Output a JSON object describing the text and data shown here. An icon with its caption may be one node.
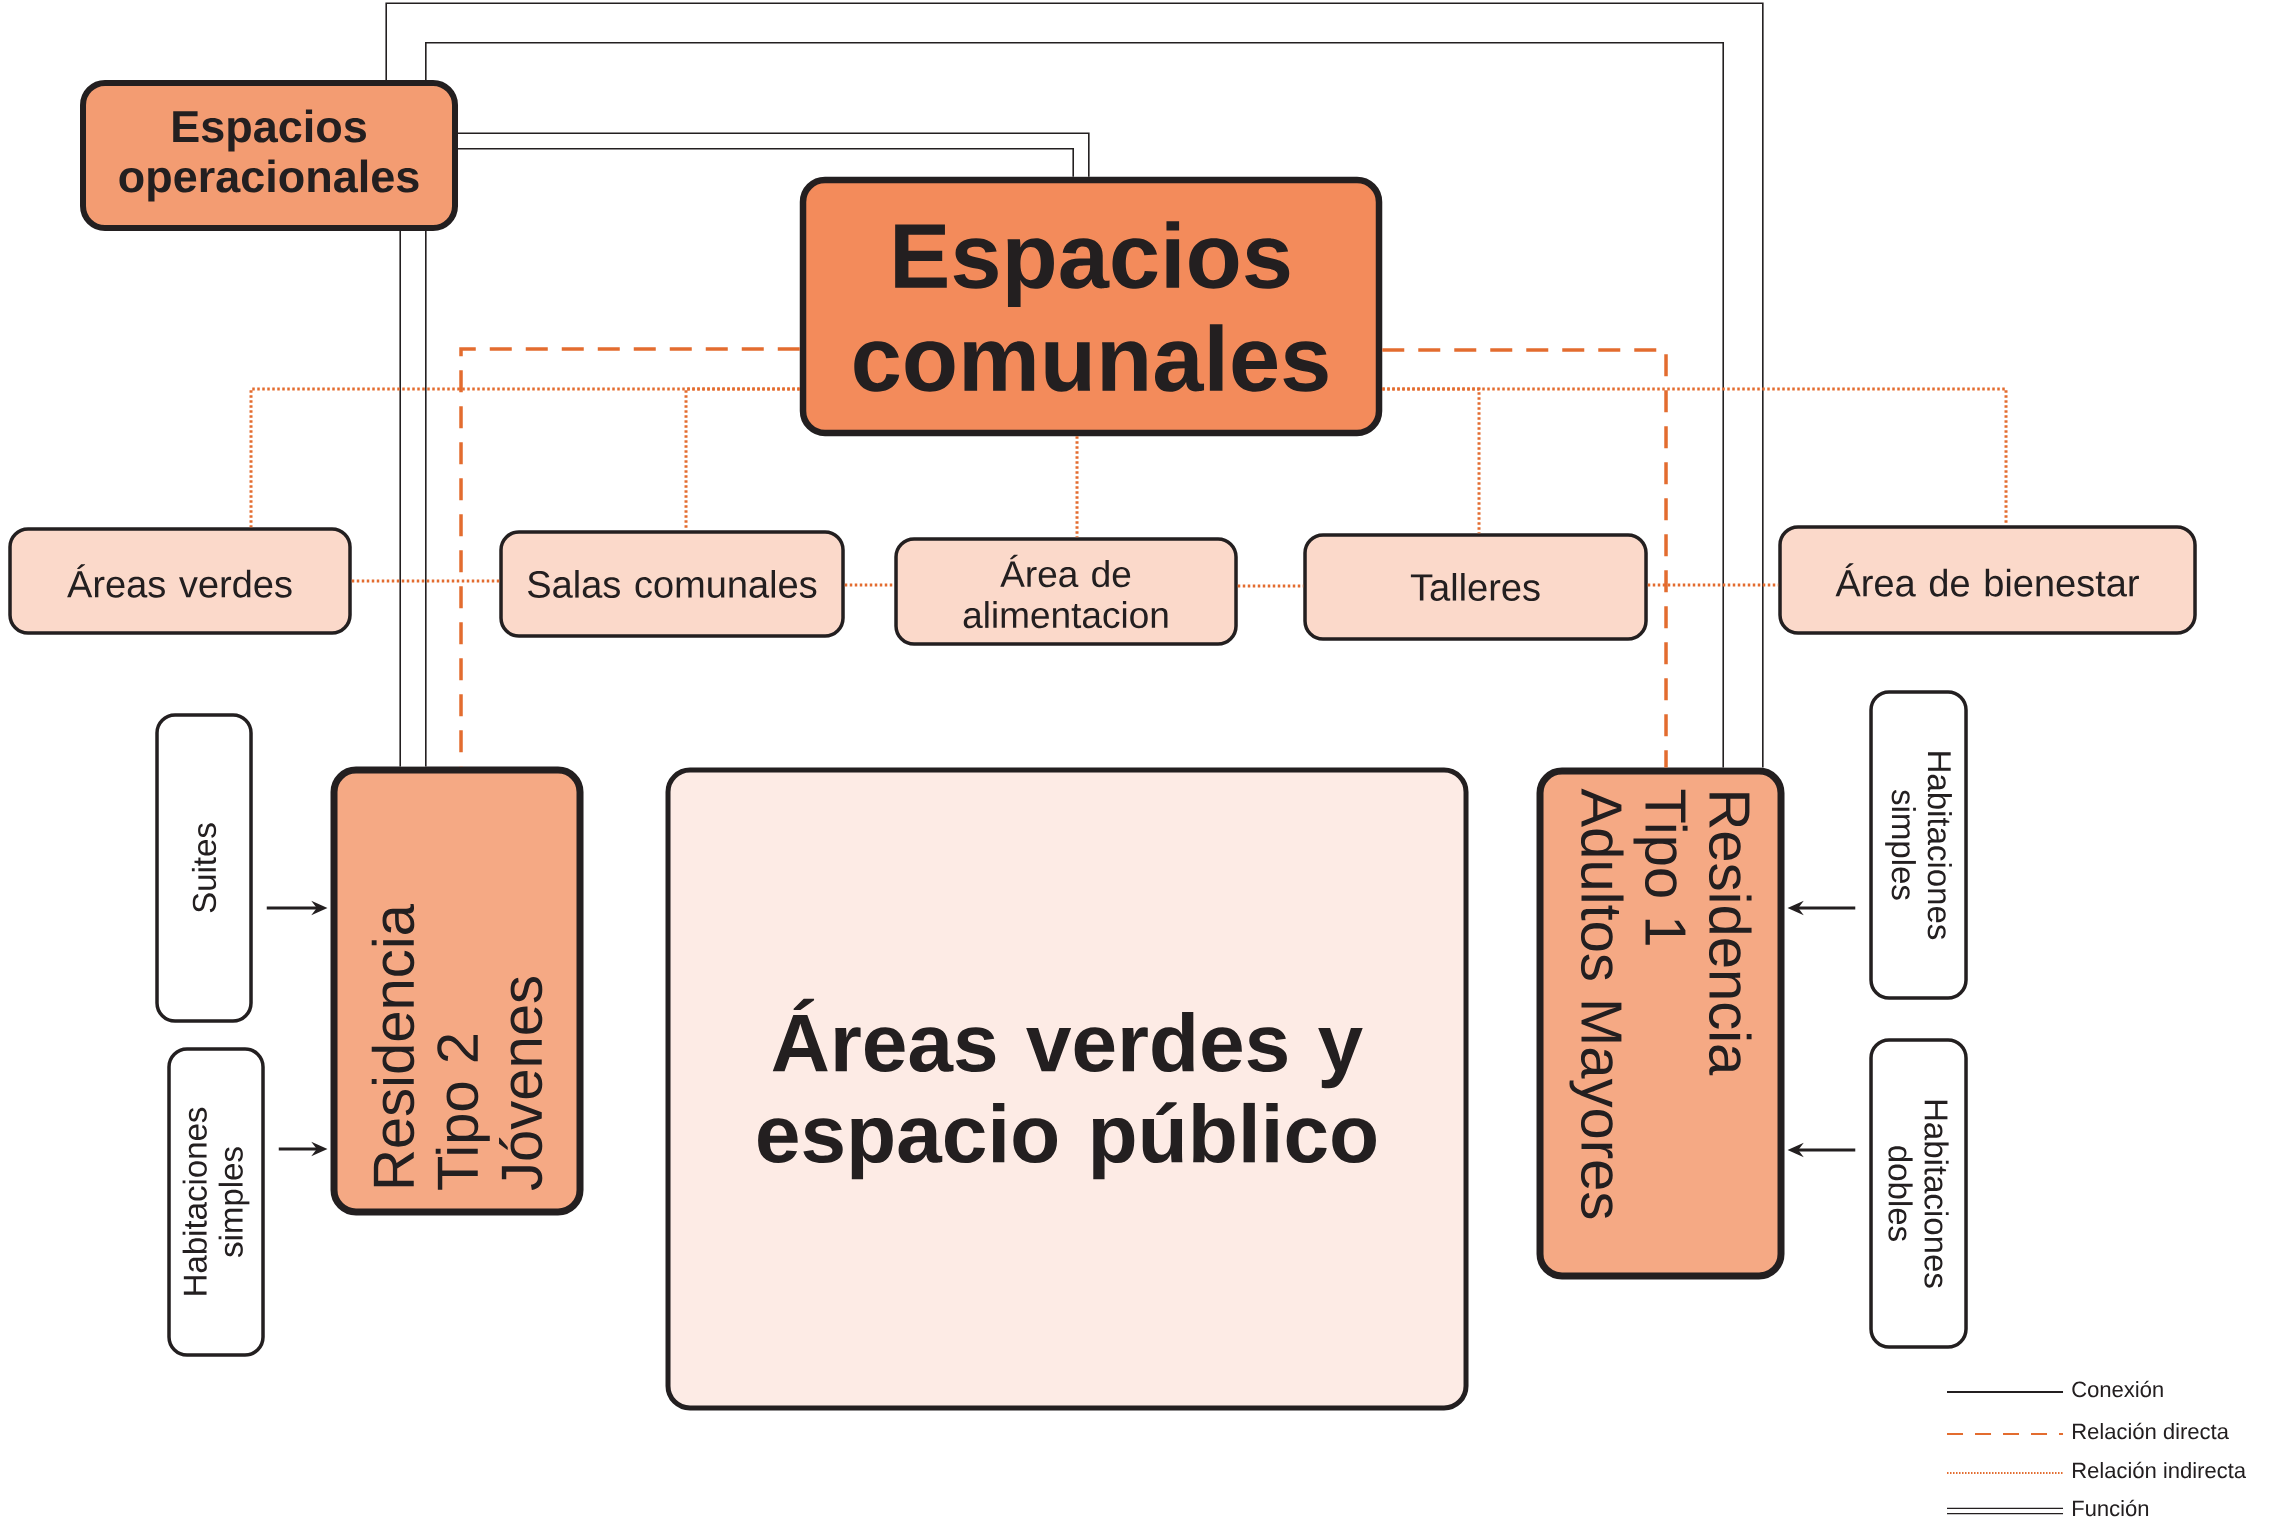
{
  "diagram": {
    "nodes": [
      {
        "text": [
          "Espacios operacionales"
        ]
      },
      {
        "text": [
          "Espacios comunales"
        ]
      },
      {
        "text": [
          "Áreas verdes"
        ]
      },
      {
        "text": [
          "Salas comunales"
        ]
      },
      {
        "text": [
          "Área de alimentacion"
        ]
      },
      {
        "text": [
          "Talleres"
        ]
      },
      {
        "text": [
          "Área de bienestar"
        ]
      },
      {
        "text": [
          "Suites"
        ]
      },
      {
        "text": [
          "Habitaciones simples"
        ]
      },
      {
        "text": [
          "Residencia Tipo 2 Jóvenes"
        ]
      },
      {
        "text": [
          "Áreas verdes y espacio público"
        ]
      },
      {
        "text": [
          "Residencia Tipo 1 Adultos Mayores"
        ]
      },
      {
        "text": [
          "Habitaciones simples"
        ]
      },
      {
        "text": [
          "Habitaciones dobles"
        ]
      }
    ],
    "edges": [
      {
        "from": 0,
        "to": 1,
        "arrow": "none",
        "style": "thick",
        "color": "#231f20"
      },
      {
        "from": 0,
        "to": 9,
        "arrow": "none",
        "style": "thick",
        "color": "#231f20"
      },
      {
        "from": 0,
        "to": 11,
        "arrow": "none",
        "style": "thick",
        "color": "#231f20"
      },
      {
        "from": 1,
        "to": 9,
        "arrow": "none",
        "style": "dashed",
        "color": "#e36c2f"
      },
      {
        "from": 1,
        "to": 11,
        "arrow": "none",
        "style": "dashed",
        "color": "#e36c2f"
      },
      {
        "from": 1,
        "to": 2,
        "arrow": "none",
        "style": "dashed",
        "color": "#e36c2f"
      },
      {
        "from": 1,
        "to": 3,
        "arrow": "none",
        "style": "dashed",
        "color": "#e36c2f"
      },
      {
        "from": 1,
        "to": 4,
        "arrow": "none",
        "style": "dashed",
        "color": "#e36c2f"
      },
      {
        "from": 1,
        "to": 5,
        "arrow": "none",
        "style": "dashed",
        "color": "#e36c2f"
      },
      {
        "from": 1,
        "to": 6,
        "arrow": "none",
        "style": "dashed",
        "color": "#e36c2f"
      },
      {
        "from": 2,
        "to": 3,
        "arrow": "none",
        "style": "dashed",
        "color": "#e36c2f"
      },
      {
        "from": 3,
        "to": 4,
        "arrow": "none",
        "style": "dashed",
        "color": "#e36c2f"
      },
      {
        "from": 4,
        "to": 5,
        "arrow": "none",
        "style": "dashed",
        "color": "#e36c2f"
      },
      {
        "from": 5,
        "to": 6,
        "arrow": "none",
        "style": "dashed",
        "color": "#e36c2f"
      },
      {
        "from": 7,
        "to": 9,
        "arrow": "to",
        "color": "#231f20"
      },
      {
        "from": 8,
        "to": 9,
        "arrow": "to",
        "color": "#231f20"
      },
      {
        "from": 12,
        "to": 11,
        "arrow": "to",
        "color": "#231f20"
      },
      {
        "from": 13,
        "to": 11,
        "arrow": "to",
        "color": "#231f20"
      }
    ],
    "legend": [
      {
        "text": "Conexión"
      },
      {
        "text": "Relación directa"
      },
      {
        "text": "Relación indirecta"
      },
      {
        "text": "Función"
      }
    ]
  }
}
